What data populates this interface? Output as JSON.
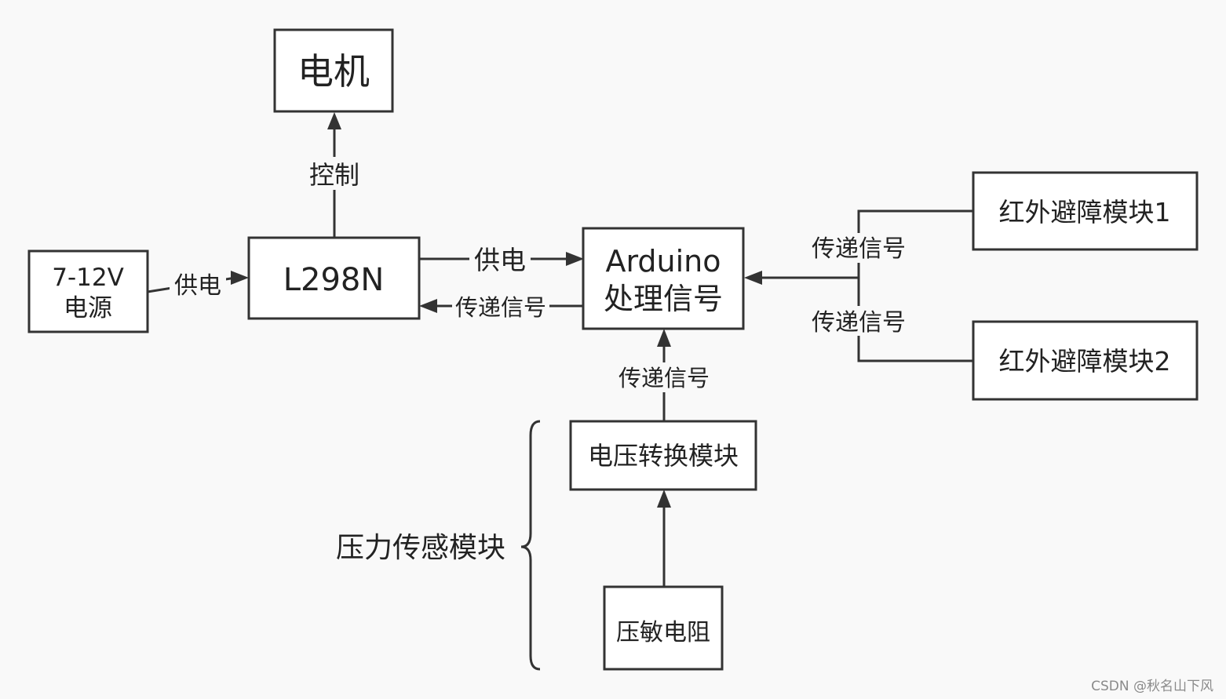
{
  "nodes": {
    "motor": "电机",
    "power_line1": "7-12V",
    "power_line2": "电源",
    "l298n": "L298N",
    "arduino_line1": "Arduino",
    "arduino_line2": "处理信号",
    "ir1": "红外避障模块1",
    "ir2": "红外避障模块2",
    "voltage_converter": "电压转换模块",
    "pressure_resistor": "压敏电阻"
  },
  "labels": {
    "control": "控制",
    "supply_power_left": "供电",
    "supply_power_mid": "供电",
    "signal_to_l298n": "传递信号",
    "signal_ir1": "传递信号",
    "signal_ir2": "传递信号",
    "signal_up": "传递信号"
  },
  "group": {
    "pressure_module": "压力传感模块"
  },
  "watermark": "CSDN @秋名山下风",
  "colors": {
    "stroke": "#333333",
    "background": "#f9f9f9",
    "box_fill": "#ffffff"
  }
}
